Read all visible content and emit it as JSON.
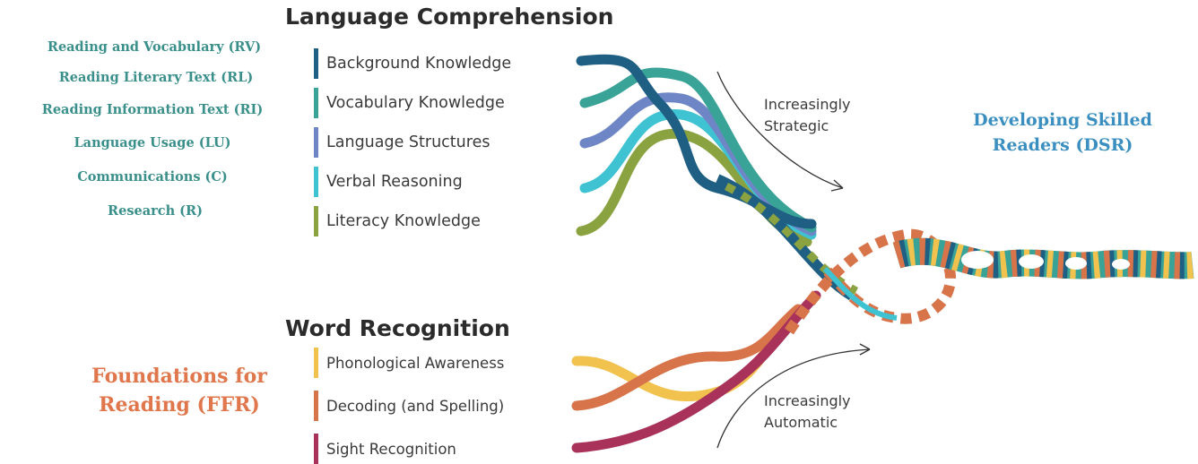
{
  "language_comprehension": {
    "title": "Language Comprehension",
    "standards": [
      "Reading and Vocabulary (RV)",
      "Reading Literary Text (RL)",
      "Reading Information Text (RI)",
      "Language Usage (LU)",
      "Communications (C)",
      "Research (R)"
    ],
    "strands": [
      {
        "label": "Background Knowledge",
        "color": "#1f5f84"
      },
      {
        "label": "Vocabulary Knowledge",
        "color": "#3aa397"
      },
      {
        "label": "Language Structures",
        "color": "#6f86c6"
      },
      {
        "label": "Verbal Reasoning",
        "color": "#3fc2d2"
      },
      {
        "label": "Literacy Knowledge",
        "color": "#8aa23f"
      }
    ],
    "note": [
      "Increasingly",
      "Strategic"
    ]
  },
  "word_recognition": {
    "title": "Word Recognition",
    "strands": [
      {
        "label": "Phonological Awareness",
        "color": "#f2c24e"
      },
      {
        "label": "Decoding (and Spelling)",
        "color": "#d8744a"
      },
      {
        "label": "Sight Recognition",
        "color": "#a8325a"
      }
    ],
    "note": [
      "Increasingly",
      "Automatic"
    ]
  },
  "foundations": {
    "line1": "Foundations for",
    "line2": "Reading (FFR)",
    "color": "#e0764b"
  },
  "skilled_readers": {
    "line1": "Developing Skilled",
    "line2": "Readers (DSR)",
    "color": "#3a8fc0"
  }
}
